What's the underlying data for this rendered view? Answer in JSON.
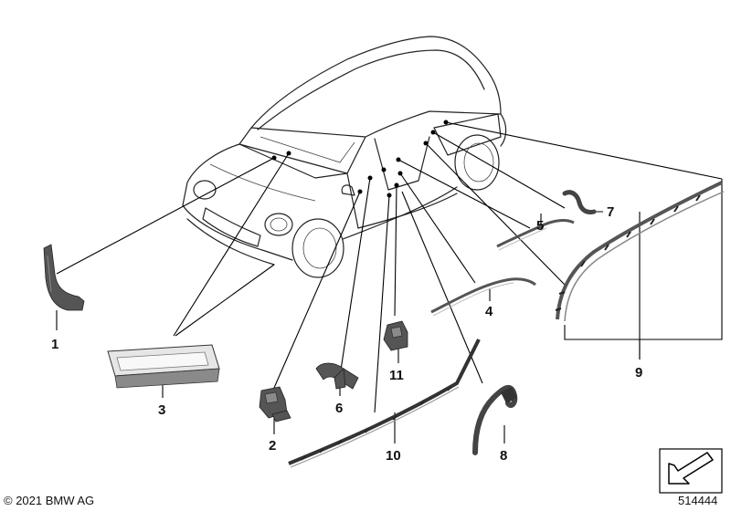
{
  "diagram": {
    "callouts": [
      {
        "num": "1"
      },
      {
        "num": "2"
      },
      {
        "num": "3"
      },
      {
        "num": "4"
      },
      {
        "num": "5"
      },
      {
        "num": "6"
      },
      {
        "num": "7"
      },
      {
        "num": "8"
      },
      {
        "num": "9"
      },
      {
        "num": "10"
      },
      {
        "num": "11"
      }
    ],
    "copyright": "© 2021 BMW AG",
    "diagram_number": "514444"
  }
}
